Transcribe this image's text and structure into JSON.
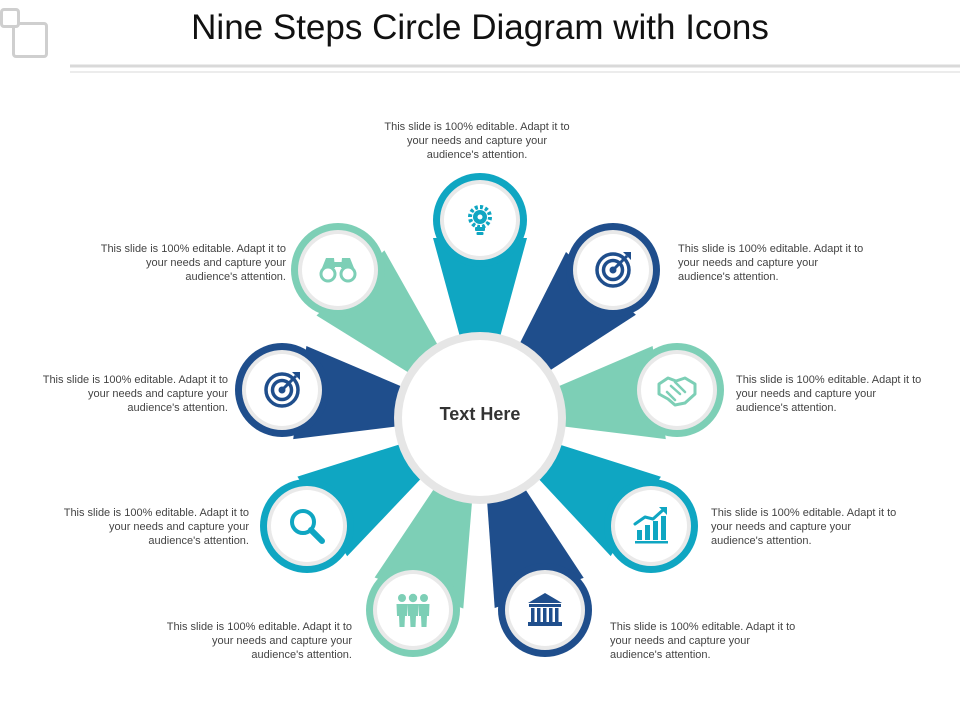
{
  "title": "Nine Steps Circle Diagram with Icons",
  "center": {
    "label": "Text Here"
  },
  "colors": {
    "teal": "#0fa6c2",
    "navy": "#1f4e8c",
    "mint": "#7dcfb6",
    "bg": "#ffffff",
    "ring": "#e6e6e6"
  },
  "steps": [
    {
      "icon": "lightbulb-gear-icon",
      "color": "teal",
      "text": "This slide is 100% editable. Adapt it to your needs and capture your audience's attention."
    },
    {
      "icon": "target-icon",
      "color": "navy",
      "text": "This slide is 100% editable. Adapt it to your needs and capture your audience's attention."
    },
    {
      "icon": "handshake-icon",
      "color": "mint",
      "text": "This slide is 100% editable. Adapt it to your needs and capture your audience's attention."
    },
    {
      "icon": "growth-chart-icon",
      "color": "teal",
      "text": "This slide is 100% editable. Adapt it to your needs and capture your audience's attention."
    },
    {
      "icon": "bank-icon",
      "color": "navy",
      "text": "This slide is 100% editable. Adapt it to your needs and capture your audience's attention."
    },
    {
      "icon": "team-icon",
      "color": "mint",
      "text": "This slide is 100% editable. Adapt it to your needs and capture your audience's attention."
    },
    {
      "icon": "magnifier-icon",
      "color": "teal",
      "text": "This slide is 100% editable. Adapt it to your needs and capture your audience's attention."
    },
    {
      "icon": "target-icon",
      "color": "navy",
      "text": "This slide is 100% editable. Adapt it to your needs and capture your audience's attention."
    },
    {
      "icon": "binoculars-icon",
      "color": "mint",
      "text": "This slide is 100% editable. Adapt it to your needs and capture your audience's attention."
    }
  ]
}
